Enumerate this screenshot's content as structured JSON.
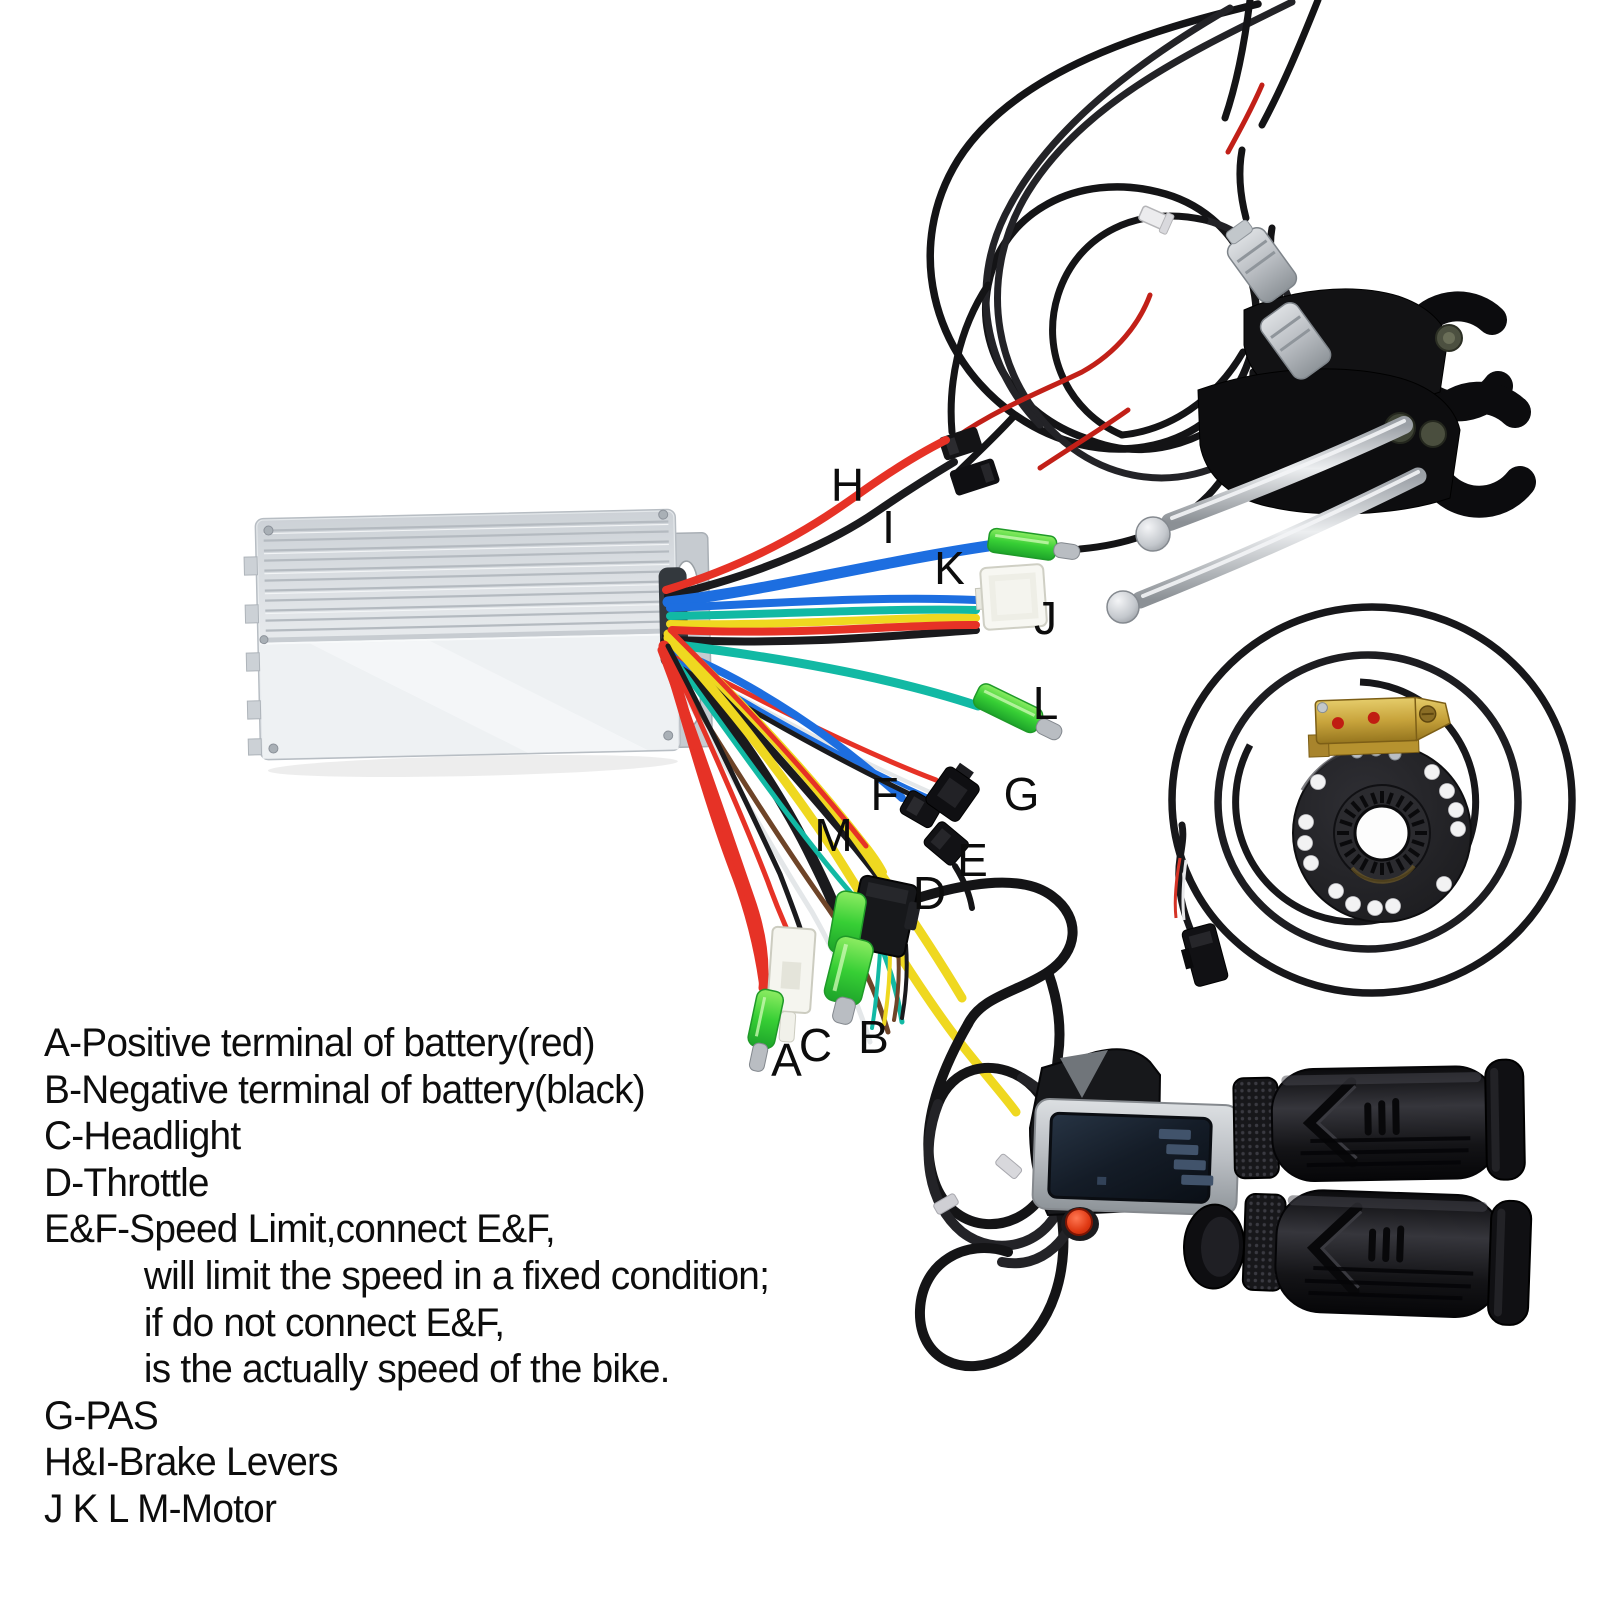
{
  "background_color": "#ffffff",
  "wire_labels": {
    "A": "A",
    "B": "B",
    "C": "C",
    "D": "D",
    "E": "E",
    "F": "F",
    "G": "G",
    "H": "H",
    "I": "I",
    "J": "J",
    "K": "K",
    "L": "L",
    "M": "M"
  },
  "legend": {
    "lines": [
      "A-Positive terminal of battery(red)",
      "B-Negative terminal of battery(black)",
      "C-Headlight",
      "D-Throttle",
      "E&F-Speed Limit,connect E&F,",
      "will limit the speed in a fixed condition;",
      "if do not connect E&F,",
      "is the actually speed of the bike.",
      "G-PAS",
      "H&I-Brake Levers",
      "J K L M-Motor"
    ]
  },
  "colors": {
    "wire_red": "#e63226",
    "wire_black": "#1a1a1d",
    "wire_blue": "#1d6ee0",
    "wire_teal": "#12b9a4",
    "wire_yellow": "#efd820",
    "wire_brown": "#6e4428",
    "wire_white": "#e4e7e9",
    "connector_green": "#3ed43e",
    "controller_body": "#e9eced",
    "throttle_button_red": "#d42b10",
    "pas_bracket_gold": "#c8a43c"
  }
}
